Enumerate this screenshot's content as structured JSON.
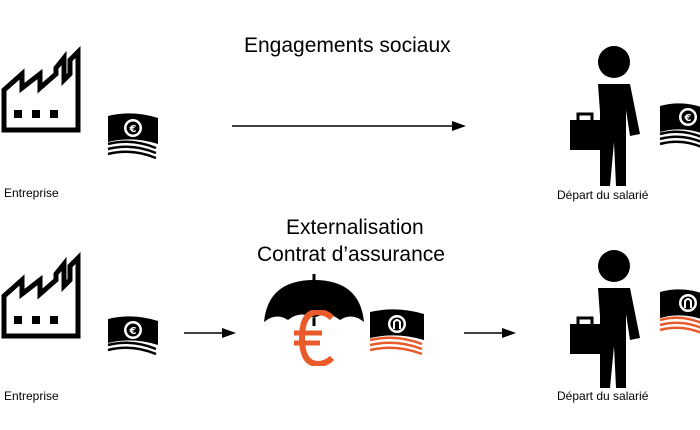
{
  "row1": {
    "title": "Engagements sociaux",
    "source_label": "Entreprise",
    "target_label": "Départ du salarié"
  },
  "row2": {
    "title_line1": "Externalisation",
    "title_line2": "Contrat d’assurance",
    "source_label": "Entreprise",
    "target_label": "Départ du salarié"
  },
  "colors": {
    "ink": "#000000",
    "accent": "#e85a2a"
  },
  "icons": [
    "factory-icon",
    "money-stack-icon",
    "person-briefcase-icon",
    "umbrella-icon",
    "euro-icon",
    "arrow-right-icon"
  ]
}
